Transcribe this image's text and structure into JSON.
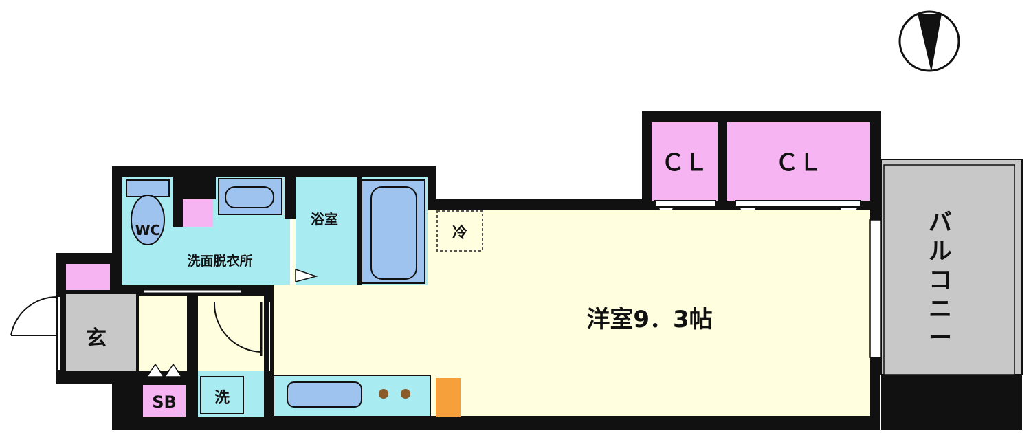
{
  "labels": {
    "cl_left": "ＣＬ",
    "cl_right": "ＣＬ",
    "bath": "浴室",
    "wc": "WC",
    "washroom": "洗面脱衣所",
    "fridge": "冷",
    "room": "洋室9．3帖",
    "balcony": [
      "バ",
      "ル",
      "コ",
      "ニ",
      "ー"
    ],
    "entrance": "玄",
    "shoebox": "SB",
    "washer": "洗"
  },
  "colors": {
    "wall": "#111111",
    "room_floor": "#ffffe0",
    "wet_area": "#a8ecf2",
    "closet": "#f7b4f2",
    "entrance": "#c8c8c8",
    "balcony": "#c8c8c8",
    "fixture_blue": "#9ec3ee",
    "fridge_orange": "#f5a03a"
  },
  "icons": {
    "compass": "north-arrow-icon",
    "toilet": "toilet-icon",
    "bathtub": "bathtub-icon",
    "sink": "sink-icon",
    "stove": "stove-icon",
    "door": "door-swing-icon"
  }
}
